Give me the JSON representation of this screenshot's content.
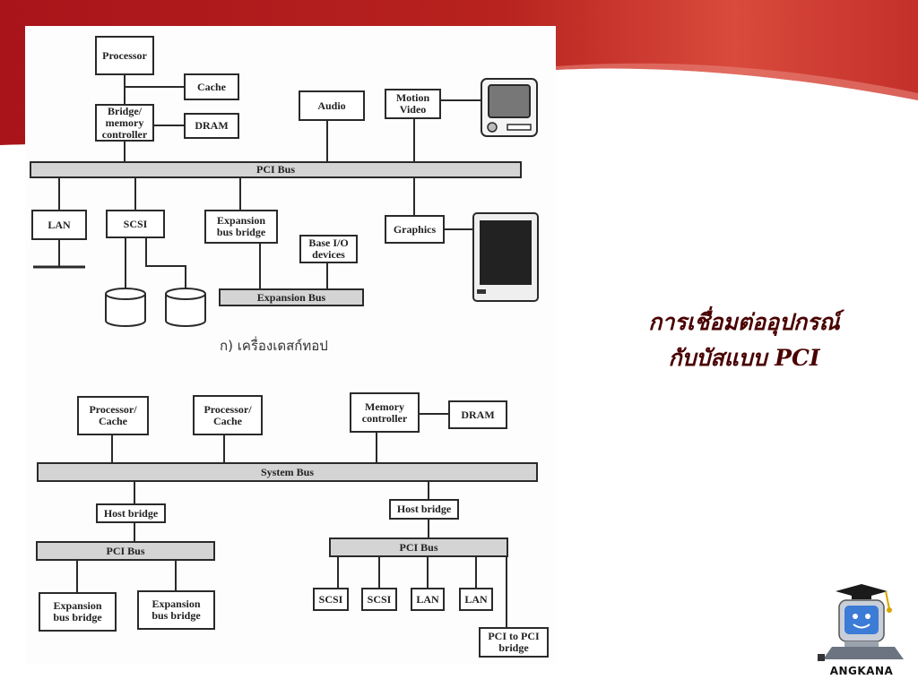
{
  "slide": {
    "title_line1": "การเชื่อมต่ออุปกรณ์",
    "title_line2": "กับบัสแบบ PCI",
    "logo_text": "ANGKANA",
    "accent_color": "#b0191e"
  },
  "diagram_top": {
    "caption": "ก) เครื่องเดสก์ทอป",
    "processor": "Processor",
    "cache": "Cache",
    "bridge": "Bridge/\nmemory\ncontroller",
    "dram": "DRAM",
    "audio": "Audio",
    "motion_video": "Motion\nVideo",
    "pci_bus": "PCI Bus",
    "lan": "LAN",
    "scsi": "SCSI",
    "expansion_bridge": "Expansion\nbus bridge",
    "base_io": "Base I/O\ndevices",
    "graphics": "Graphics",
    "expansion_bus": "Expansion Bus",
    "monitor_icon": "monitor-icon",
    "disk_icon": "disk-icon"
  },
  "diagram_bottom": {
    "processor_cache_1": "Processor/\nCache",
    "processor_cache_2": "Processor/\nCache",
    "memory_controller": "Memory\ncontroller",
    "dram": "DRAM",
    "system_bus": "System Bus",
    "host_bridge_1": "Host bridge",
    "host_bridge_2": "Host bridge",
    "pci_bus_1": "PCI Bus",
    "pci_bus_2": "PCI Bus",
    "expansion_bridge_1": "Expansion\nbus bridge",
    "expansion_bridge_2": "Expansion\nbus bridge",
    "scsi_1": "SCSI",
    "scsi_2": "SCSI",
    "lan_1": "LAN",
    "lan_2": "LAN",
    "pci_to_pci": "PCI to PCI\nbridge"
  }
}
